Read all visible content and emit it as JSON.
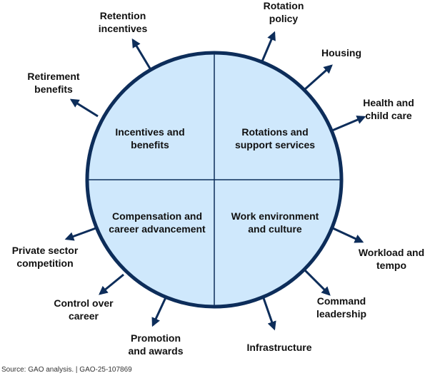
{
  "colors": {
    "circle_fill": "#cfe8fc",
    "outline": "#0d2d5a",
    "text": "#111111"
  },
  "quadrants": [
    {
      "id": "top-left",
      "lines": [
        "Incentives and",
        "benefits"
      ]
    },
    {
      "id": "top-right",
      "lines": [
        "Rotations and",
        "support services"
      ]
    },
    {
      "id": "bottom-left",
      "lines": [
        "Compensation and",
        "career advancement"
      ]
    },
    {
      "id": "bottom-right",
      "lines": [
        "Work environment",
        "and culture"
      ]
    }
  ],
  "factors": [
    {
      "quadrant": "top-left",
      "lines": [
        "Retention",
        "incentives"
      ]
    },
    {
      "quadrant": "top-left",
      "lines": [
        "Retirement",
        "benefits"
      ]
    },
    {
      "quadrant": "top-right",
      "lines": [
        "Rotation",
        "policy"
      ]
    },
    {
      "quadrant": "top-right",
      "lines": [
        "Housing"
      ]
    },
    {
      "quadrant": "top-right",
      "lines": [
        "Health and",
        "child care"
      ]
    },
    {
      "quadrant": "bottom-left",
      "lines": [
        "Private sector",
        "competition"
      ]
    },
    {
      "quadrant": "bottom-left",
      "lines": [
        "Control over",
        "career"
      ]
    },
    {
      "quadrant": "bottom-left",
      "lines": [
        "Promotion",
        "and awards"
      ]
    },
    {
      "quadrant": "bottom-right",
      "lines": [
        "Workload and",
        "tempo"
      ]
    },
    {
      "quadrant": "bottom-right",
      "lines": [
        "Command",
        "leadership"
      ]
    },
    {
      "quadrant": "bottom-right",
      "lines": [
        "Infrastructure"
      ]
    }
  ],
  "source_note": "Source: GAO analysis.  |  GAO-25-107869"
}
